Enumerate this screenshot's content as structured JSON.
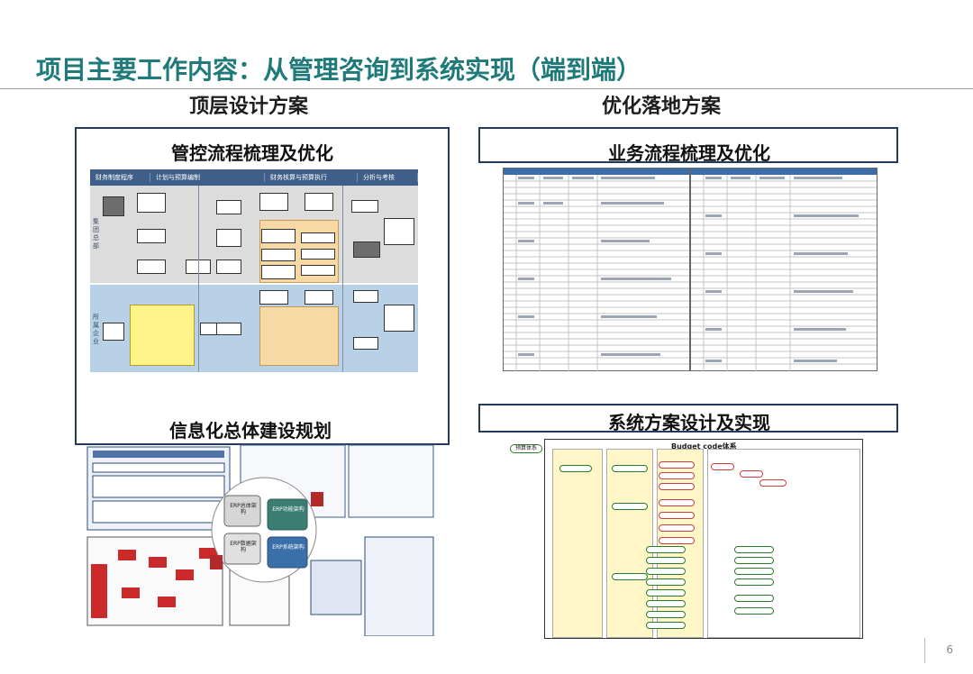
{
  "slide": {
    "title": "项目主要工作内容：从管理咨询到系统实现（端到端）",
    "page_number": "6",
    "colors": {
      "teal": "#1f7a7a",
      "navy": "#243a5e"
    }
  },
  "left": {
    "heading": "顶层设计方案",
    "box1_label": "管控流程梳理及优化",
    "box2_label": "信息化总体建设规划"
  },
  "right": {
    "heading": "优化落地方案",
    "box1_label": "业务流程梳理及优化",
    "box2_label": "系统方案设计及实现"
  },
  "flowchart": {
    "columns": [
      "财务制度程序",
      "计划与预算编制",
      "财务核算与预算执行",
      "分析与考核"
    ],
    "band_labels": [
      "集团总部",
      "所属企业"
    ]
  },
  "erp_puzzle": {
    "pieces": [
      "ERP总体架构",
      "ERP功能架构",
      "ERP数据架构",
      "ERP系统架构"
    ]
  },
  "budget_code": {
    "title": "Budget code体系",
    "root": "预算体系"
  }
}
